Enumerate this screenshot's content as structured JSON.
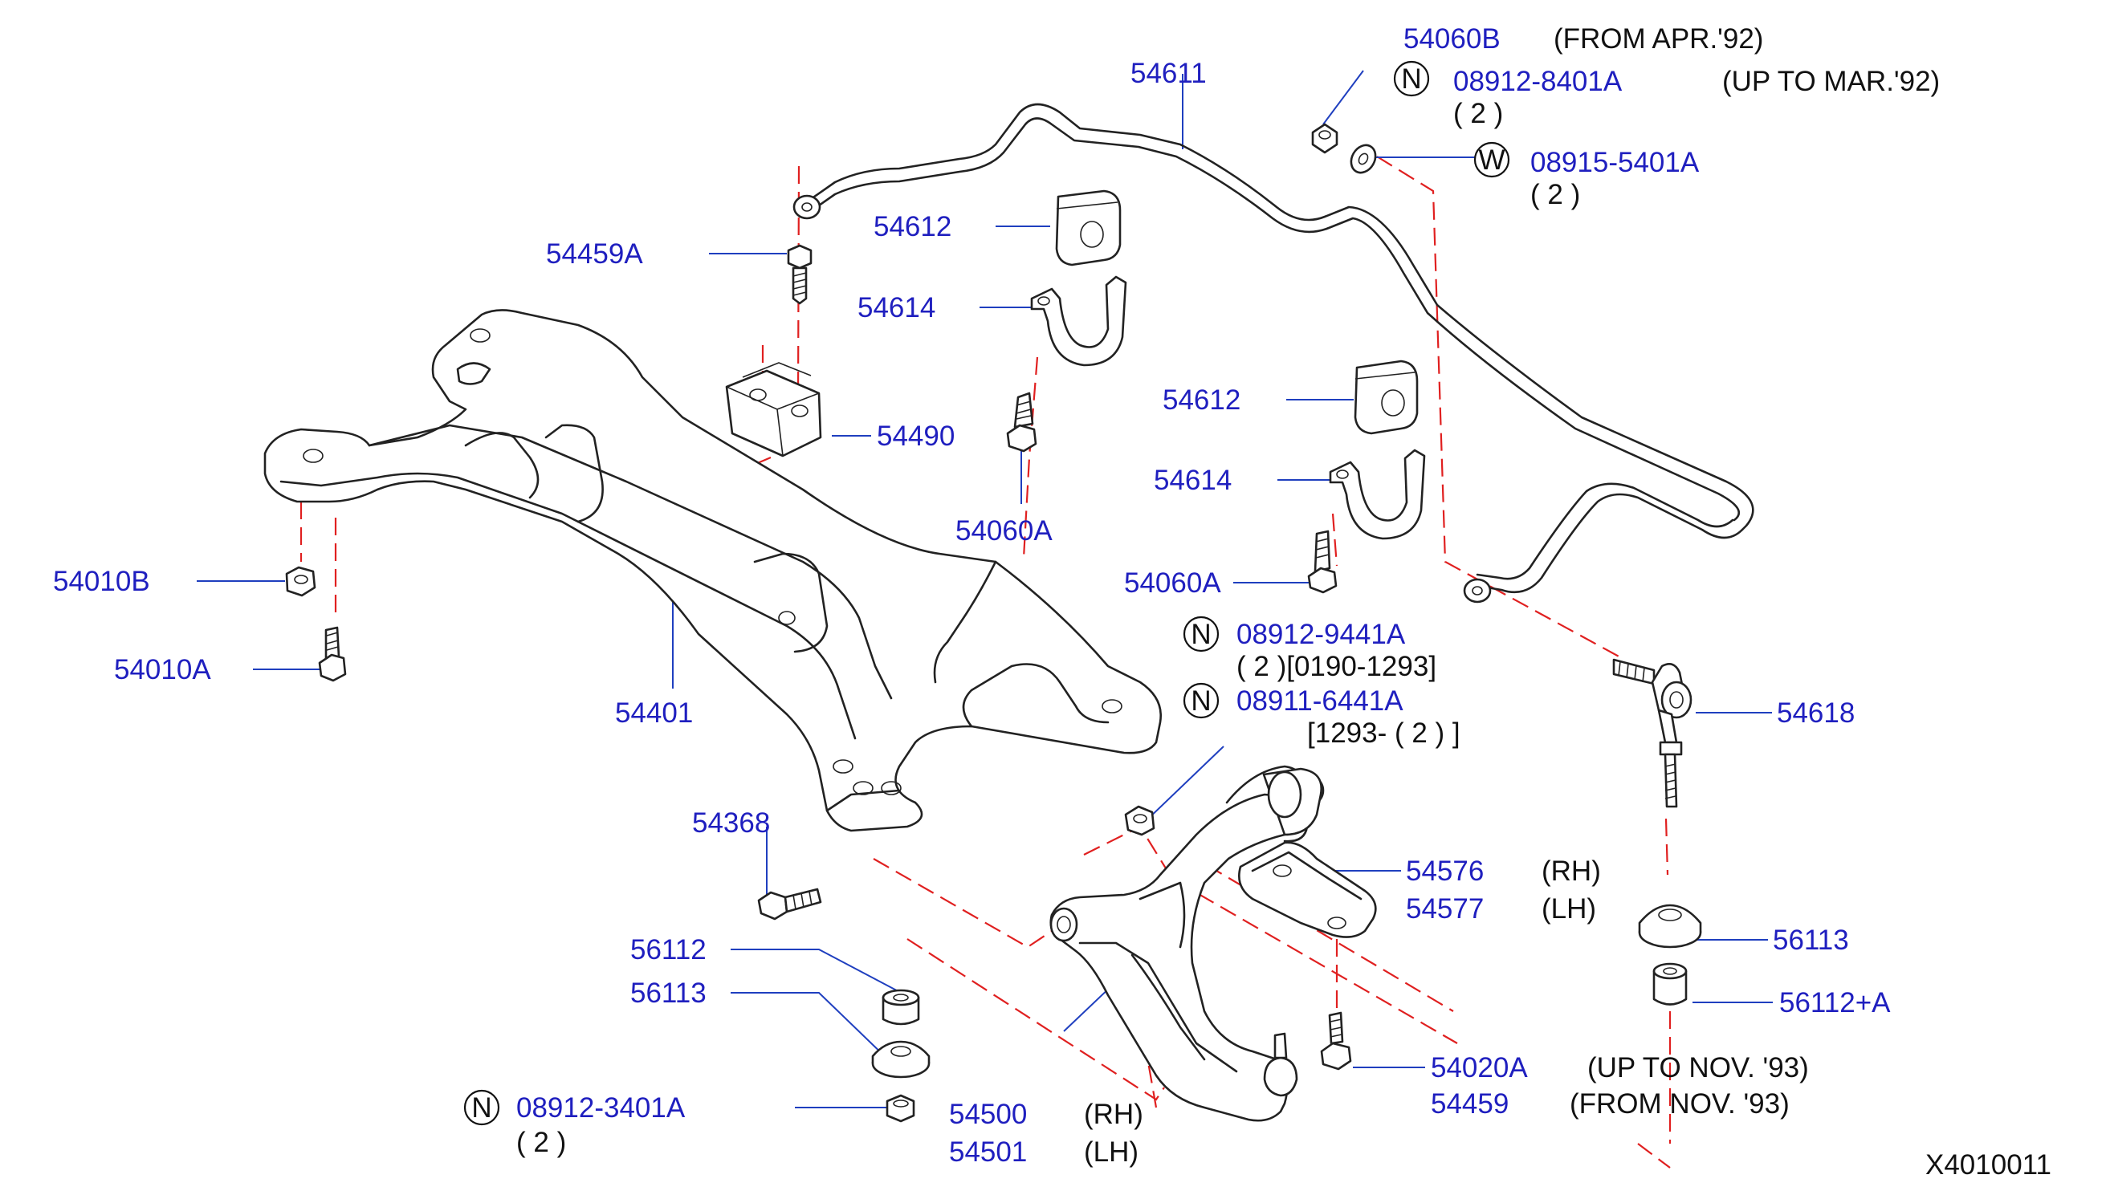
{
  "diagram": {
    "drawing_id": "X4010011",
    "labels": {
      "p54060B": "54060B",
      "from_apr92": "(FROM  APR.'92)",
      "p08912_8401A": "08912-8401A",
      "up_to_mar92": "(UP  TO  MAR.'92)",
      "qty_2a": "( 2 )",
      "p54611": "54611",
      "p08915_5401A": "08915-5401A",
      "qty_2b": "( 2 )",
      "p54612_a": "54612",
      "p54459A": "54459A",
      "p54614_a": "54614",
      "p54612_b": "54612",
      "p54490": "54490",
      "p54614_b": "54614",
      "p54060A_a": "54060A",
      "p54010B": "54010B",
      "p54060A_b": "54060A",
      "p08912_9441A": "08912-9441A",
      "qty_range_1": "( 2 )[0190-1293]",
      "p54010A": "54010A",
      "p08911_6441A": "08911-6441A",
      "range_2": "[1293-  ( 2 )  ]",
      "p54401": "54401",
      "p54618": "54618",
      "p54368": "54368",
      "p54576": "54576",
      "rh_1": "(RH)",
      "p54577": "54577",
      "lh_1": "(LH)",
      "p56112": "56112",
      "p56113_a": "56113",
      "p56113_b": "56113",
      "p56112A": "56112+A",
      "p54020A": "54020A",
      "up_to_nov93": "(UP  TO  NOV.  '93)",
      "p54459": "54459",
      "from_nov93": "(FROM  NOV.  '93)",
      "p54500": "54500",
      "rh_2": "(RH)",
      "p54501": "54501",
      "lh_2": "(LH)",
      "p08912_3401A": "08912-3401A",
      "qty_2c": "( 2 )"
    },
    "symbols": {
      "nut_symbol": "N",
      "washer_symbol": "W"
    },
    "colors": {
      "part_number": "#1f1fbf",
      "leader_line": "#1f3fbf",
      "dashed_line": "#e02020",
      "drawing": "#222222"
    }
  }
}
